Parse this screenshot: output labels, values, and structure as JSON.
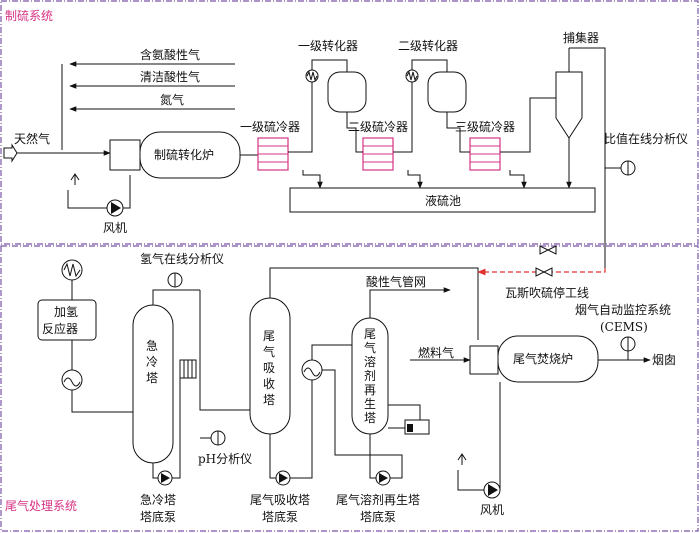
{
  "sections": {
    "top": {
      "title": "制硫系统",
      "title_color": "#d63384"
    },
    "bottom": {
      "title": "尾气处理系统",
      "title_color": "#d63384"
    }
  },
  "colors": {
    "border": "#7a55a8",
    "coil": "#d63384",
    "dashed": "#e03030",
    "line": "#111111"
  },
  "top": {
    "inlets": [
      "含氨酸性气",
      "清洁酸性气",
      "氮气",
      "天然气"
    ],
    "blower": "风机",
    "furnace": "制硫转化炉",
    "coolers": [
      "一级硫冷器",
      "二级硫冷器",
      "三级硫冷器"
    ],
    "converters": [
      "一级转化器",
      "二级转化器"
    ],
    "catcher": "捕集器",
    "sulfur_pit": "液硫池",
    "ratio_analyzer": "比值在线分析仪"
  },
  "bottom": {
    "h2_analyzer": "氢气在线分析仪",
    "hydro_reactor": [
      "加氢",
      "反应器"
    ],
    "quench_tower": "急冷塔",
    "absorber": "尾气吸收塔",
    "regenerator": "尾气溶剂再生塔",
    "acid_gas_header": "酸性气管网",
    "bypass_line": "瓦斯吹硫停工线",
    "cems": [
      "烟气自动监控系统",
      "(CEMS)"
    ],
    "fuel_gas": "燃料气",
    "incinerator": "尾气焚烧炉",
    "chimney": "烟囱",
    "ph_analyzer": "pH分析仪",
    "blower": "风机",
    "pumps": [
      [
        "急冷塔",
        "塔底泵"
      ],
      [
        "尾气吸收塔",
        "塔底泵"
      ],
      [
        "尾气溶剂再生塔",
        "塔底泵"
      ]
    ]
  }
}
